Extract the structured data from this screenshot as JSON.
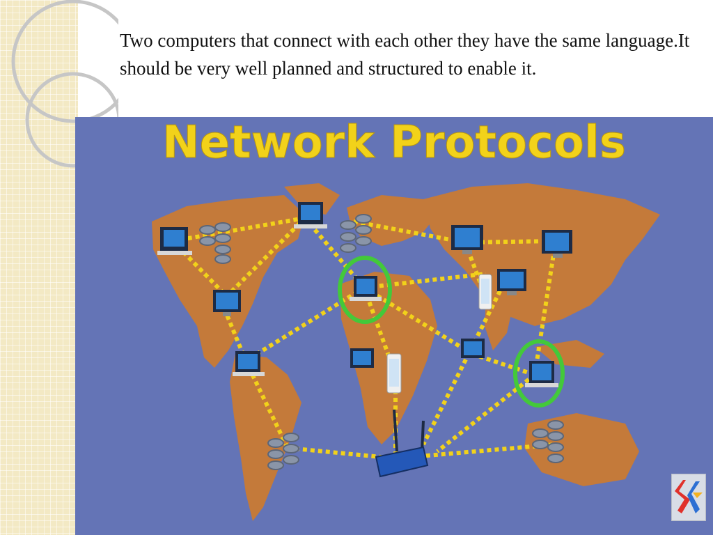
{
  "slide": {
    "caption": "Two computers that connect with each other they have the same language.It should be very well planned and structured to enable it."
  },
  "image": {
    "title": "Network Protocols",
    "colors": {
      "background": "#6474b6",
      "land": "#c47a3a",
      "title": "#f2d21a",
      "links": "#f2d21a",
      "highlight": "#43c93a"
    },
    "icons": [
      "laptop-icon",
      "desktop-icon",
      "server-icon",
      "phone-icon",
      "router-icon"
    ]
  },
  "logo": {
    "icon": "sk-logo"
  }
}
